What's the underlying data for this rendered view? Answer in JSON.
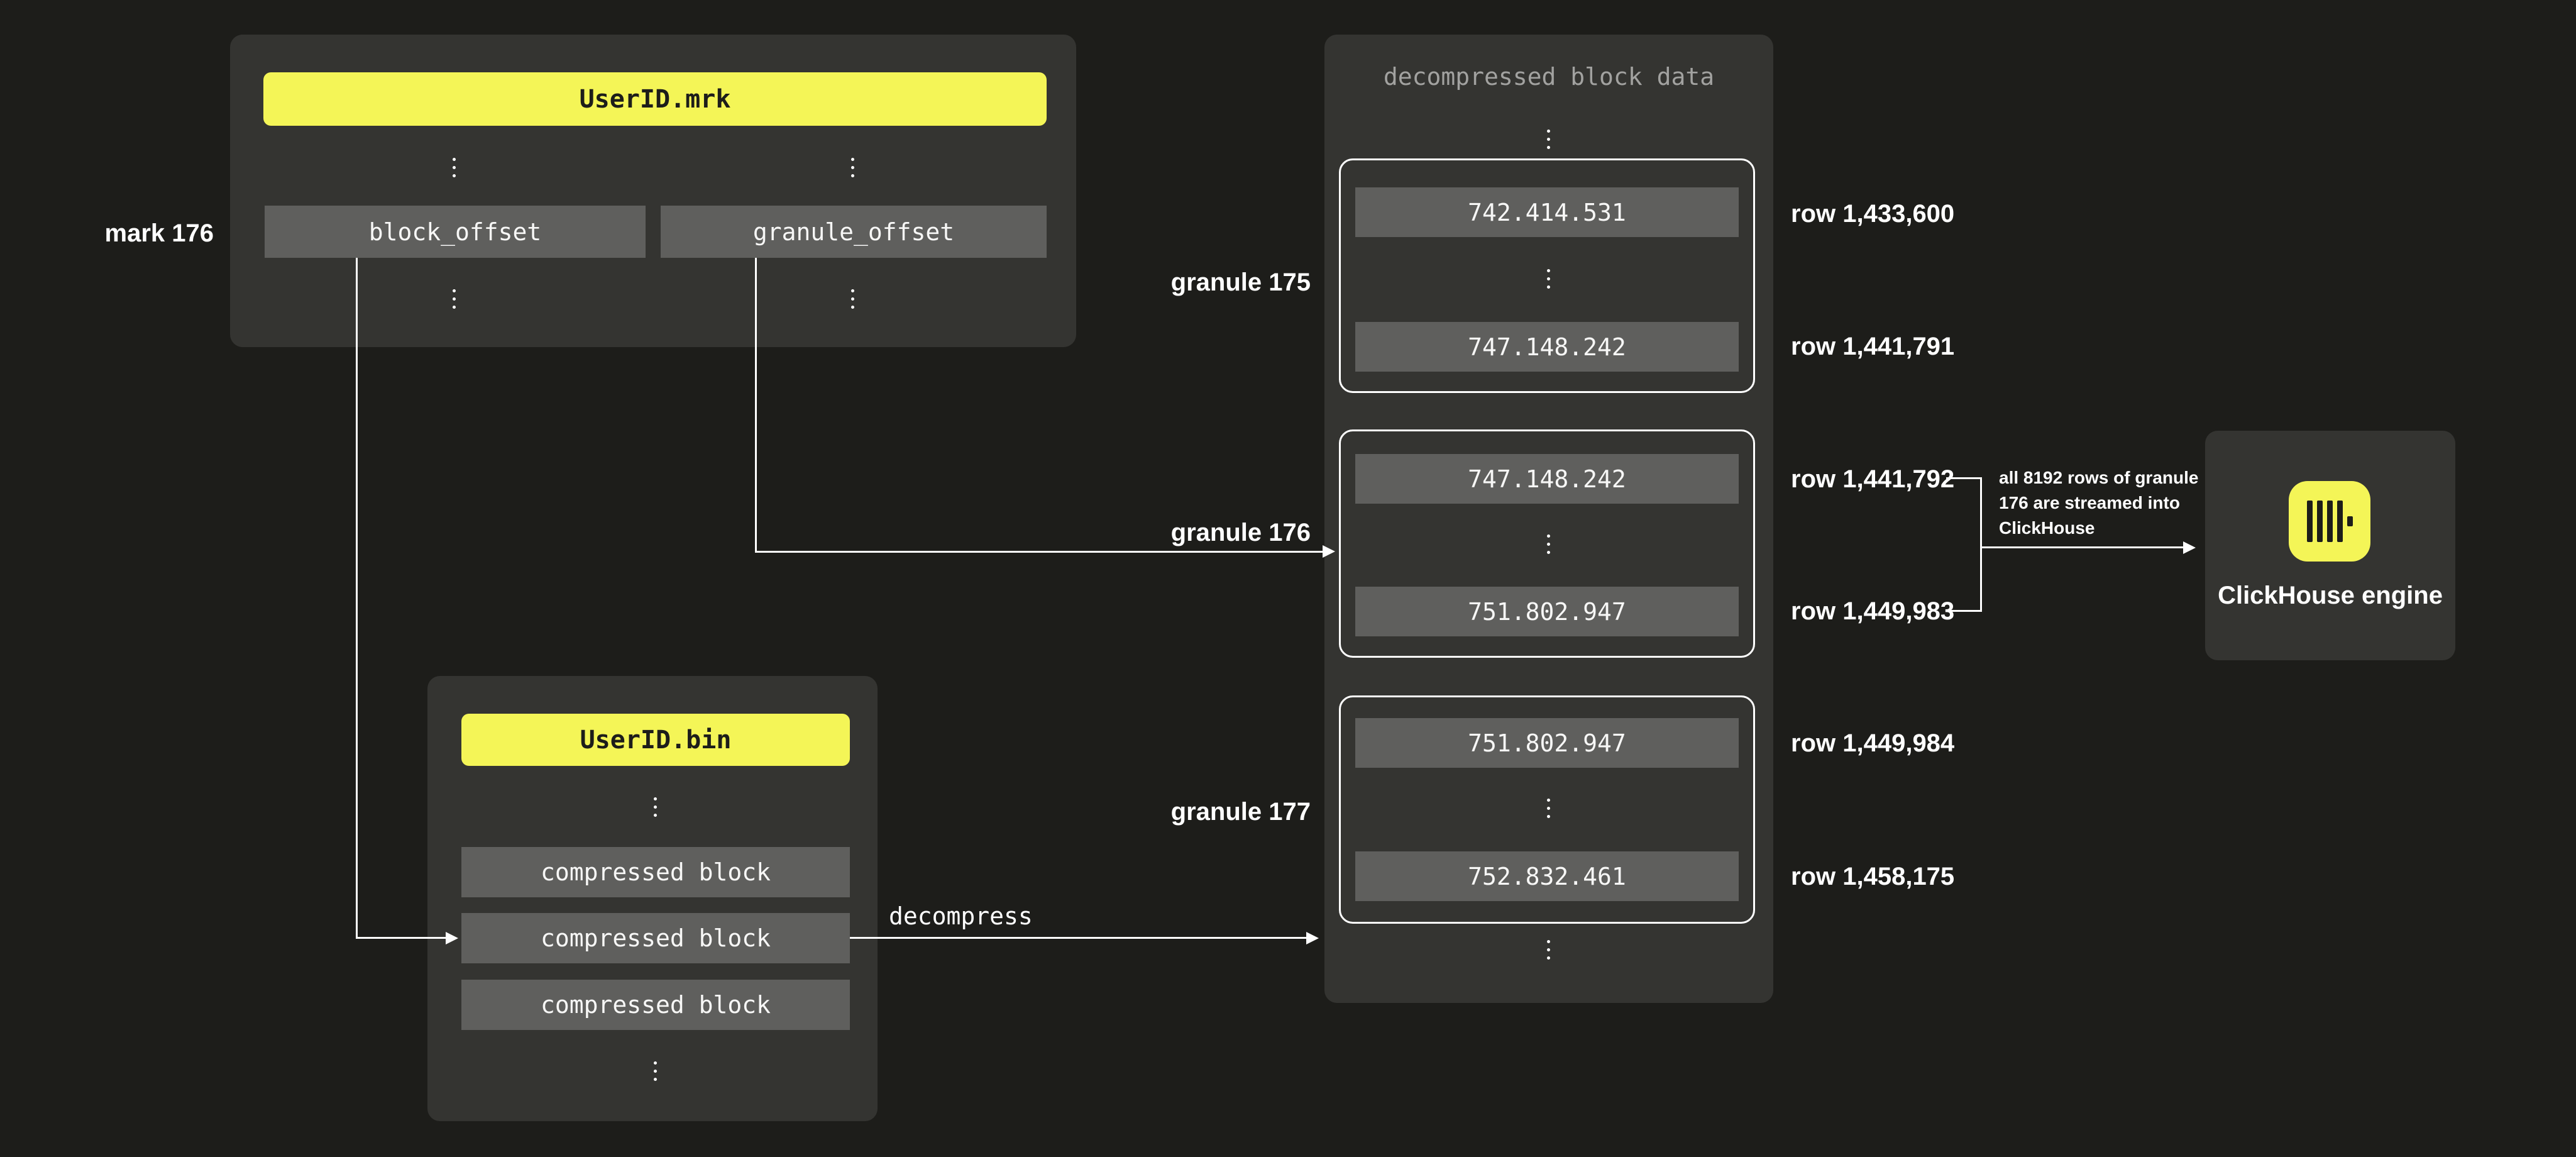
{
  "colors": {
    "background": "#1d1d1a",
    "panel": "#343431",
    "box_gray": "#5f5f5d",
    "accent_yellow": "#f4f557",
    "line_white": "#ffffff",
    "muted_text": "#a2a2a0",
    "dark_text": "#1d1d1a"
  },
  "mrk": {
    "title": "UserID.mrk",
    "mark_label": "mark 176",
    "fields": [
      "block_offset",
      "granule_offset"
    ]
  },
  "bin": {
    "title": "UserID.bin",
    "blocks": [
      "compressed block",
      "compressed block",
      "compressed block"
    ]
  },
  "decompressed": {
    "title": "decompressed block data",
    "granules": [
      {
        "label": "granule 175",
        "first_value": "742.414.531",
        "last_value": "747.148.242",
        "first_row": "row 1,433,600",
        "last_row": "row 1,441,791"
      },
      {
        "label": "granule 176",
        "first_value": "747.148.242",
        "last_value": "751.802.947",
        "first_row": "row 1,441,792",
        "last_row": "row 1,449,983"
      },
      {
        "label": "granule 177",
        "first_value": "751.802.947",
        "last_value": "752.832.461",
        "first_row": "row 1,449,984",
        "last_row": "row 1,458,175"
      }
    ]
  },
  "flow": {
    "decompress_label": "decompress",
    "annotation_lines": [
      "all 8192 rows of granule",
      "176 are streamed into",
      "ClickHouse"
    ]
  },
  "engine": {
    "label": "ClickHouse engine"
  }
}
